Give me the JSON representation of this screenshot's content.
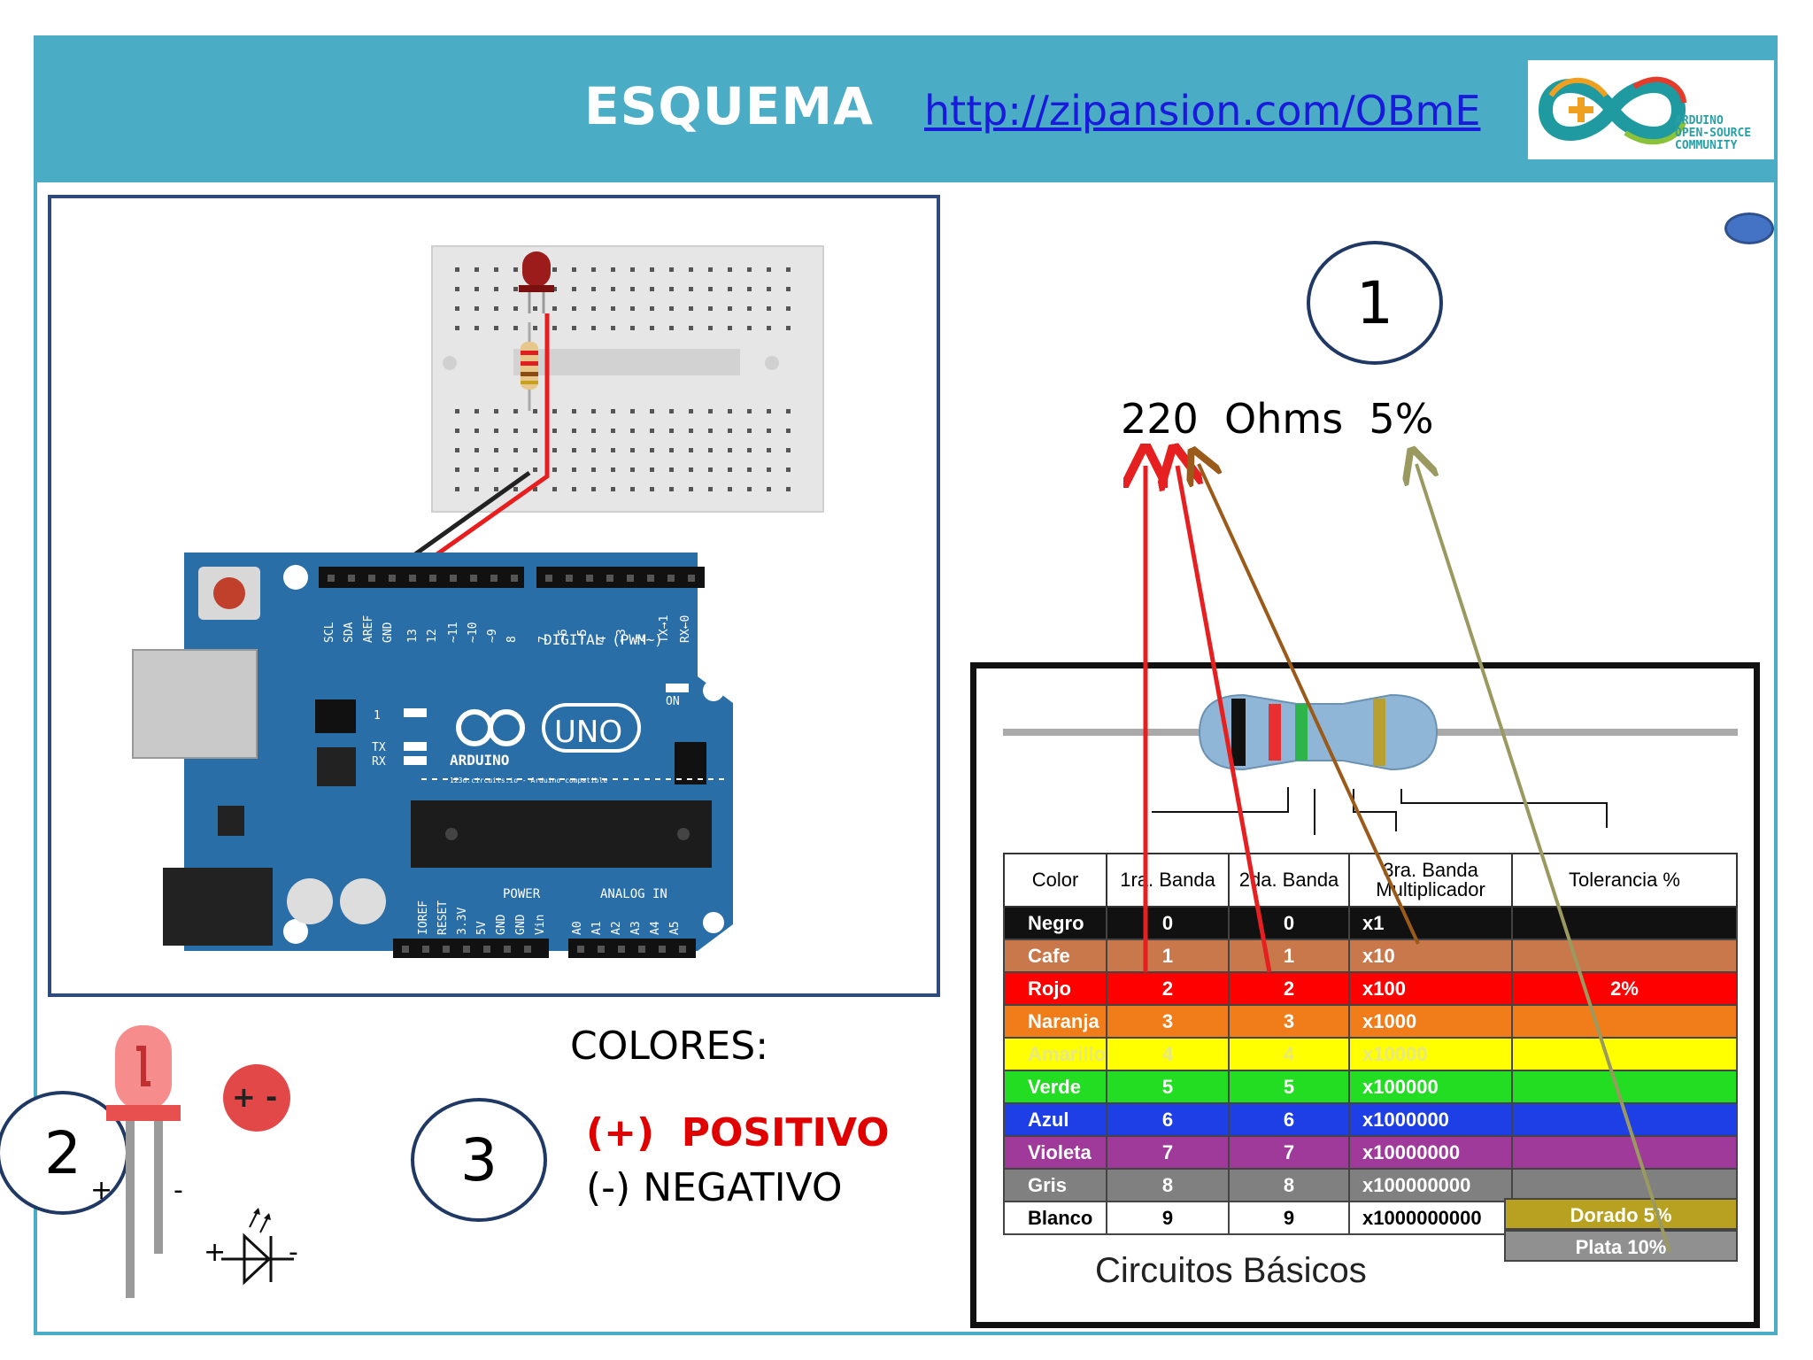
{
  "header": {
    "title": "ESQUEMA",
    "url": "http://zipansion.com/OBmE",
    "logo_lines": [
      "ARDUINO",
      "OPEN-SOURCE",
      "COMMUNITY"
    ]
  },
  "board": {
    "brand": "ARDUINO",
    "model": "UNO",
    "digital_label": "DIGITAL (PWM~)",
    "power_label": "POWER",
    "analog_label": "ANALOG IN",
    "on_label": "ON",
    "tx_label": "TX",
    "rx_label": "RX",
    "one_label": "1",
    "compat_label": "123d.circuits.io - Arduino compatible",
    "top_pins": [
      "SCL",
      "SDA",
      "AREF",
      "GND",
      "13",
      "12",
      "~11",
      "~10",
      "~9",
      "8",
      "7",
      "~6",
      "~5",
      "4",
      "~3",
      "2",
      "TX→1",
      "RX←0"
    ],
    "bottom_pins": [
      "IOREF",
      "RESET",
      "3.3V",
      "5V",
      "GND",
      "GND",
      "Vin",
      "A0",
      "A1",
      "A2",
      "A3",
      "A4",
      "A5"
    ]
  },
  "markers": {
    "one": "1",
    "two": "2",
    "three": "3"
  },
  "resistor_label": "220  Ohms  5%",
  "led": {
    "plus": "+",
    "minus": "-",
    "symbol_plus": "+",
    "symbol_minus": "-",
    "badge": "+ -"
  },
  "colors_section": {
    "title": "COLORES:",
    "positive": "(+)  POSITIVO",
    "negative": "(-) NEGATIVO"
  },
  "color_table": {
    "headers": [
      "Color",
      "1ra. Banda",
      "2da. Banda",
      "3ra. Banda\nMultiplicador",
      "Tolerancia %"
    ],
    "rows": [
      {
        "name": "Negro",
        "b1": "0",
        "b2": "0",
        "mult": "x1",
        "tol": "",
        "bg": "#111111"
      },
      {
        "name": "Cafe",
        "b1": "1",
        "b2": "1",
        "mult": "x10",
        "tol": "",
        "bg": "#c8784a"
      },
      {
        "name": "Rojo",
        "b1": "2",
        "b2": "2",
        "mult": "x100",
        "tol": "2%",
        "bg": "#ff0000"
      },
      {
        "name": "Naranja",
        "b1": "3",
        "b2": "3",
        "mult": "x1000",
        "tol": "",
        "bg": "#f07c1a"
      },
      {
        "name": "Amarillo",
        "b1": "4",
        "b2": "4",
        "mult": "x10000",
        "tol": "",
        "bg": "#ffff00"
      },
      {
        "name": "Verde",
        "b1": "5",
        "b2": "5",
        "mult": "x100000",
        "tol": "",
        "bg": "#22dd22"
      },
      {
        "name": "Azul",
        "b1": "6",
        "b2": "6",
        "mult": "x1000000",
        "tol": "",
        "bg": "#1f3fe6"
      },
      {
        "name": "Violeta",
        "b1": "7",
        "b2": "7",
        "mult": "x10000000",
        "tol": "",
        "bg": "#a03a9a"
      },
      {
        "name": "Gris",
        "b1": "8",
        "b2": "8",
        "mult": "x100000000",
        "tol": "",
        "bg": "#808080"
      },
      {
        "name": "Blanco",
        "b1": "9",
        "b2": "9",
        "mult": "x1000000000",
        "tol": "",
        "bg": "#ffffff"
      }
    ],
    "extra_tolerance": [
      {
        "label": "Dorado  5%",
        "bg": "#b8a020"
      },
      {
        "label": "Plata  10%",
        "bg": "#909090"
      }
    ],
    "caption": "Circuitos Básicos"
  },
  "colors": {
    "banner": "#4bacc6",
    "board": "#2a6ea8",
    "arrow_red": "#e62020",
    "arrow_brown": "#9a5a1a",
    "arrow_gold": "#9a9a60"
  }
}
